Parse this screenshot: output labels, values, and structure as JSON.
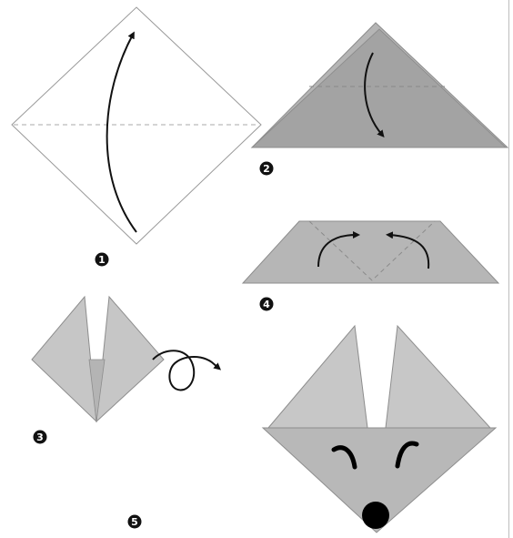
{
  "title": "",
  "steps": [
    {
      "id": "step-1",
      "number": "1"
    },
    {
      "id": "step-2",
      "number": "2"
    },
    {
      "id": "step-3",
      "number": "3"
    },
    {
      "id": "step-4",
      "number": "4"
    },
    {
      "id": "step-5",
      "number": "5"
    }
  ],
  "colors": {
    "paper_white": "#ffffff",
    "paper_gray_dark": "#a6a6a6",
    "paper_gray_mid": "#b9b9b9",
    "paper_gray_light": "#c8c8c8",
    "fold_line": "#9a9a9a",
    "outline": "#8a8a8a",
    "arrow": "#111111",
    "badge": "#111111",
    "face_feature": "#000000"
  },
  "icons": {
    "fold-arrow": "curved-arrow-icon",
    "turn-over": "loop-arrow-icon",
    "step-badge": "black-circle-number"
  }
}
